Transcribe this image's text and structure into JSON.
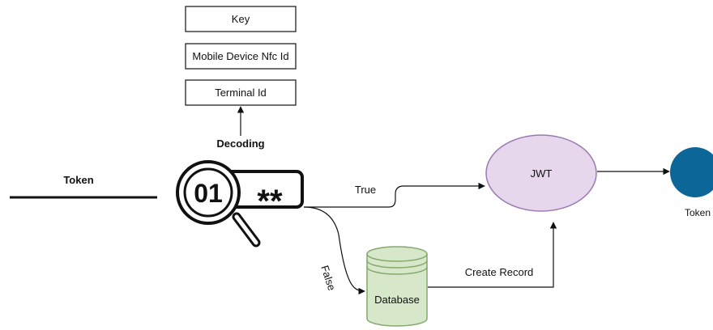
{
  "boxes": {
    "key": "Key",
    "mobile_device_nfc_id": "Mobile Device Nfc Id",
    "terminal_id": "Terminal Id"
  },
  "labels": {
    "decoding": "Decoding",
    "token_input": "Token",
    "decoder_digits": "01",
    "decoder_mask": "**",
    "true_branch": "True",
    "false_branch": "False",
    "create_record": "Create Record",
    "token_output": "Token"
  },
  "nodes": {
    "jwt": "JWT",
    "database": "Database"
  },
  "colors": {
    "jwt_fill": "#e6d7ec",
    "jwt_stroke": "#9c79b0",
    "database_fill": "#d6e8c9",
    "database_stroke": "#86a86f",
    "token_circle": "#0d6698",
    "stroke": "#111111"
  },
  "icons": {
    "decoder": "magnifier-binary-password-icon"
  }
}
